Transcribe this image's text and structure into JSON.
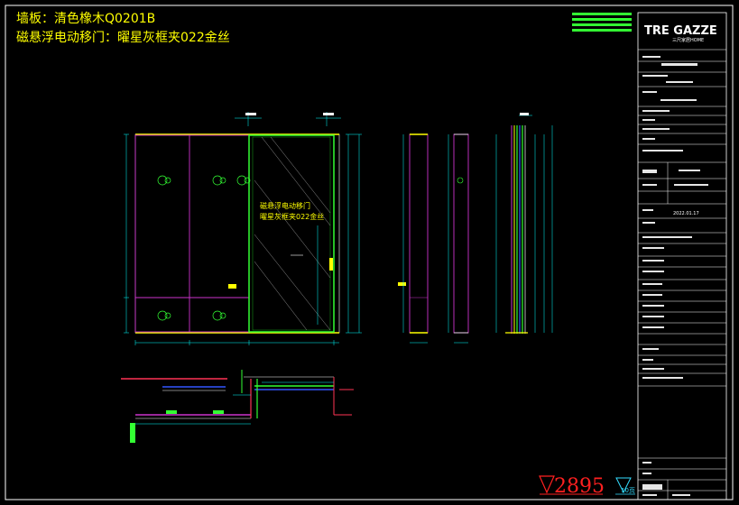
{
  "header": {
    "line1": "墙板：清色橡木Q0201B",
    "line2": "磁悬浮电动移门：曜星灰框夹022金丝"
  },
  "brand": {
    "logo": "TRE GAZZE",
    "sub": "三尺家居HOME"
  },
  "annotation": {
    "door_label_1": "磁悬浮电动移门",
    "door_label_2": "曜星灰框夹022金丝"
  },
  "elevation_mark": {
    "level": "2895",
    "page_tag": "10页"
  },
  "date": "2022.01.17",
  "colors": {
    "background": "#000000",
    "frame": "#ffffff",
    "panel": "#cc33cc",
    "door": "#33ff33",
    "highlight": "#ffff00",
    "dim": "#00ffff",
    "mark": "#ff2020"
  }
}
